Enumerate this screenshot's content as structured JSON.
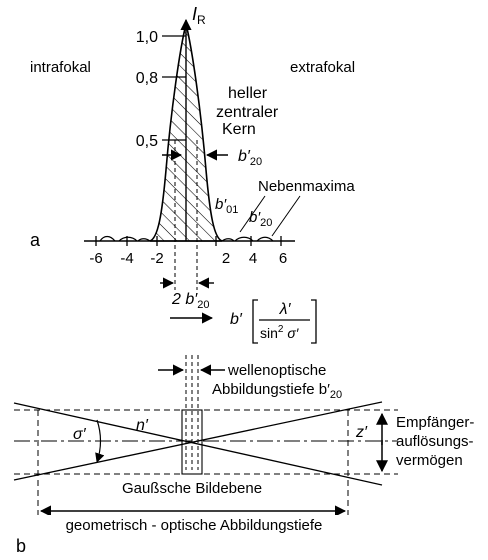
{
  "part_a": {
    "label": "a",
    "axis_label": "I",
    "axis_label_sub": "R",
    "y_ticks": [
      "1,0",
      "0,8",
      "0,5"
    ],
    "x_ticks": [
      "-6",
      "-4",
      "-2",
      "2",
      "4",
      "6"
    ],
    "left_region": "intrafokal",
    "right_region": "extrafokal",
    "core_label_lines": [
      "heller",
      "zentraler",
      "Kern"
    ],
    "width_label": "b′",
    "width_label_sub": "20",
    "secondary_label": "Nebenmaxima",
    "b01_label": "b′",
    "b01_sub": "01",
    "b20_label": "b′",
    "b20_sub": "20",
    "double_width_label": "2 b′",
    "double_width_sub": "20",
    "scale_var": "b′",
    "scale_num": "λ′",
    "scale_den_a": "sin",
    "scale_den_sup": "2",
    "scale_den_b": " σ′"
  },
  "part_b": {
    "label": "b",
    "wave_depth_line1": "wellenoptische",
    "wave_depth_line2": "Abbildungstiefe b′",
    "wave_depth_sub": "20",
    "sigma": "σ′",
    "n_label": "n′",
    "z_label": "z′",
    "receiver_lines": [
      "Empfänger-",
      "auflösungs-",
      "vermögen"
    ],
    "gauss_plane": "Gaußsche Bildebene",
    "geometric_depth": "geometrisch - optische Abbildungstiefe"
  }
}
